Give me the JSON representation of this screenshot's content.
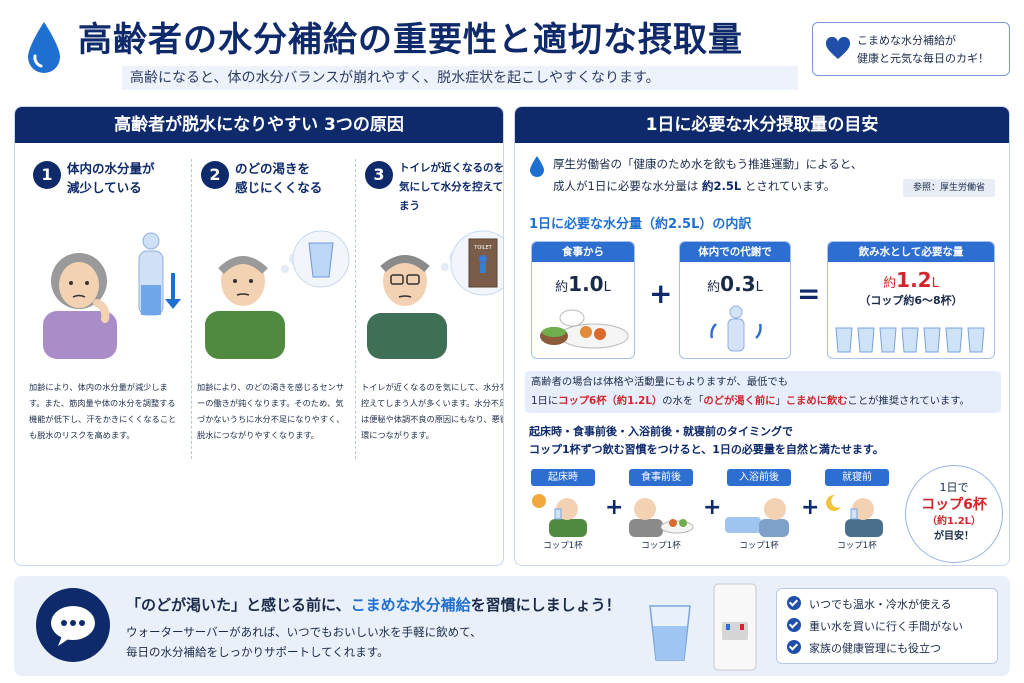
{
  "header": {
    "title": "高齢者の水分補給の重要性と適切な摂取量",
    "subtitle": "高齢になると、体の水分バランスが崩れやすく、脱水症状を起こしやすくなります。",
    "badge_line1": "こまめな水分補給が",
    "badge_line2": "健康と元気な毎日のカギ！"
  },
  "left": {
    "heading": "高齢者が脱水になりやすい 3つの原因",
    "causes": [
      {
        "num": "1",
        "title_line1": "体内の水分量が",
        "title_line2": "減少している",
        "desc": "加齢により、体内の水分量が減少します。また、筋肉量や体の水分を調整する機能が低下し、汗をかきにくくなることも脱水のリスクを高めます。"
      },
      {
        "num": "2",
        "title_line1": "のどの渇きを",
        "title_line2": "感じにくくなる",
        "desc": "加齢により、のどの渇きを感じるセンサーの働きが鈍くなります。そのため、気づかないうちに水分不足になりやすく、脱水につながりやすくなります。"
      },
      {
        "num": "3",
        "title_line1": "トイレが近くなるのを",
        "title_line2": "気にして水分を控えてしまう",
        "desc": "トイレが近くなるのを気にして、水分を控えてしまう人が多くいます。水分不足は便秘や体調不良の原因にもなり、悪循環につながります。"
      }
    ],
    "door_label": "TOILET"
  },
  "right": {
    "heading": "1日に必要な水分摂取量の目安",
    "intro_line1": "厚生労働省の「健康のため水を飲もう推進運動」によると、",
    "intro_line2_pre": "成人が1日に必要な水分量は ",
    "intro_line2_val": "約2.5L",
    "intro_line2_post": " とされています。",
    "reference": "参照：厚生労働省",
    "breakdown_title": "1日に必要な水分量（約2.5L）の内訳",
    "blocks": [
      {
        "label": "食事から",
        "prefix": "約",
        "value": "1.0",
        "unit": "L"
      },
      {
        "label": "体内での代謝で",
        "prefix": "約",
        "value": "0.3",
        "unit": "L"
      },
      {
        "label": "飲み水として必要な量",
        "prefix": "約",
        "value": "1.2",
        "unit": "L",
        "note": "（コップ約6〜8杯）"
      }
    ],
    "plus": "+",
    "equals": "=",
    "note_line1": "高齢者の場合は体格や活動量にもよりますが、最低でも",
    "note_line2_a": "1日に",
    "note_line2_b": "コップ6杯（約1.2L）",
    "note_line2_c": "の水を「",
    "note_line2_d": "のどが渇く前に",
    "note_line2_e": "」",
    "note_line2_f": "こまめに飲む",
    "note_line2_g": "ことが推奨されています。",
    "timing_line1": "起床時・食事前後・入浴前後・就寝前のタイミングで",
    "timing_line2": "コップ1杯ずつ飲む習慣をつけると、1日の必要量を自然と満たせます。",
    "timings": [
      {
        "label": "起床時",
        "caption": "コップ1杯"
      },
      {
        "label": "食事前後",
        "caption": "コップ1杯"
      },
      {
        "label": "入浴前後",
        "caption": "コップ1杯"
      },
      {
        "label": "就寝前",
        "caption": "コップ1杯"
      }
    ],
    "goal_line1": "1日で",
    "goal_line2": "コップ6杯",
    "goal_line3": "（約1.2L）",
    "goal_line4": "が目安！"
  },
  "footer": {
    "headline_a": "「のどが渇いた」と感じる前に、",
    "headline_b": "こまめな水分補給",
    "headline_c": "を習慣にしましょう！",
    "text_line1": "ウォーターサーバーがあれば、いつでもおいしい水を手軽に飲めて、",
    "text_line2": "毎日の水分補給をしっかりサポートしてくれます。",
    "checks": [
      "いつでも温水・冷水が使える",
      "重い水を買いに行く手間がない",
      "家族の健康管理にも役立つ"
    ]
  },
  "colors": {
    "navy": "#0f2a6b",
    "blue": "#2d6fd1",
    "red": "#d0262c",
    "light": "#eaf0f9"
  }
}
